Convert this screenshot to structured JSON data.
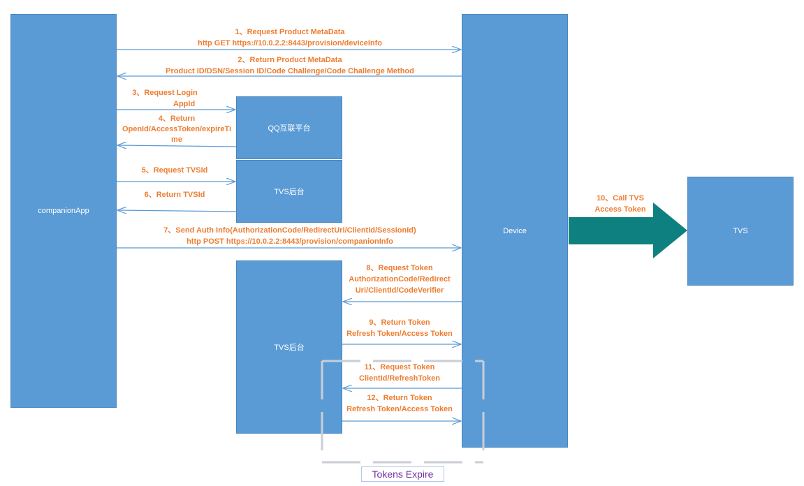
{
  "colors": {
    "box_fill": "#5b9bd5",
    "arrow": "#5b9bd5",
    "label": "#ed7d31",
    "big_arrow": "#0f8080",
    "dashed": "#c9ced6",
    "legend_text": "#7030a0"
  },
  "boxes": {
    "companion": "companionApp",
    "device": "Device",
    "qq": "QQ互联平台",
    "tvs_backend_1": "TVS后台",
    "tvs_backend_2": "TVS后台",
    "tvs": "TVS"
  },
  "steps": {
    "s1": {
      "line1": "1、Request Product MetaData",
      "line2": "http GET https://10.0.2.2:8443/provision/deviceInfo"
    },
    "s2": {
      "line1": "2、Return Product MetaData",
      "line2": "Product ID/DSN/Session ID/Code Challenge/Code Challenge Method"
    },
    "s3": {
      "line1": "3、Request Login",
      "line2": "AppId"
    },
    "s4": {
      "line1": "4、Return",
      "line2": "OpenId/AccessToken/expireTi",
      "line3": "me"
    },
    "s5": {
      "line1": "5、Request TVSId"
    },
    "s6": {
      "line1": "6、Return TVSId"
    },
    "s7": {
      "line1": "7、Send Auth Info(AuthorizationCode/RedirectUri/ClientId/SessionId)",
      "line2": "http POST https://10.0.2.2:8443/provision/companionInfo"
    },
    "s8": {
      "line1": "8、Request Token",
      "line2": "AuthorizationCode/Redirect",
      "line3": "Uri/ClientId/CodeVerifier"
    },
    "s9": {
      "line1": "9、Return Token",
      "line2": "Refresh Token/Access Token"
    },
    "s10": {
      "line1": "10、Call TVS",
      "line2": "Access Token"
    },
    "s11": {
      "line1": "11、Request Token",
      "line2": "ClientId/RefreshToken"
    },
    "s12": {
      "line1": "12、Return Token",
      "line2": "Refresh Token/Access Token"
    }
  },
  "legend": "Tokens Expire"
}
